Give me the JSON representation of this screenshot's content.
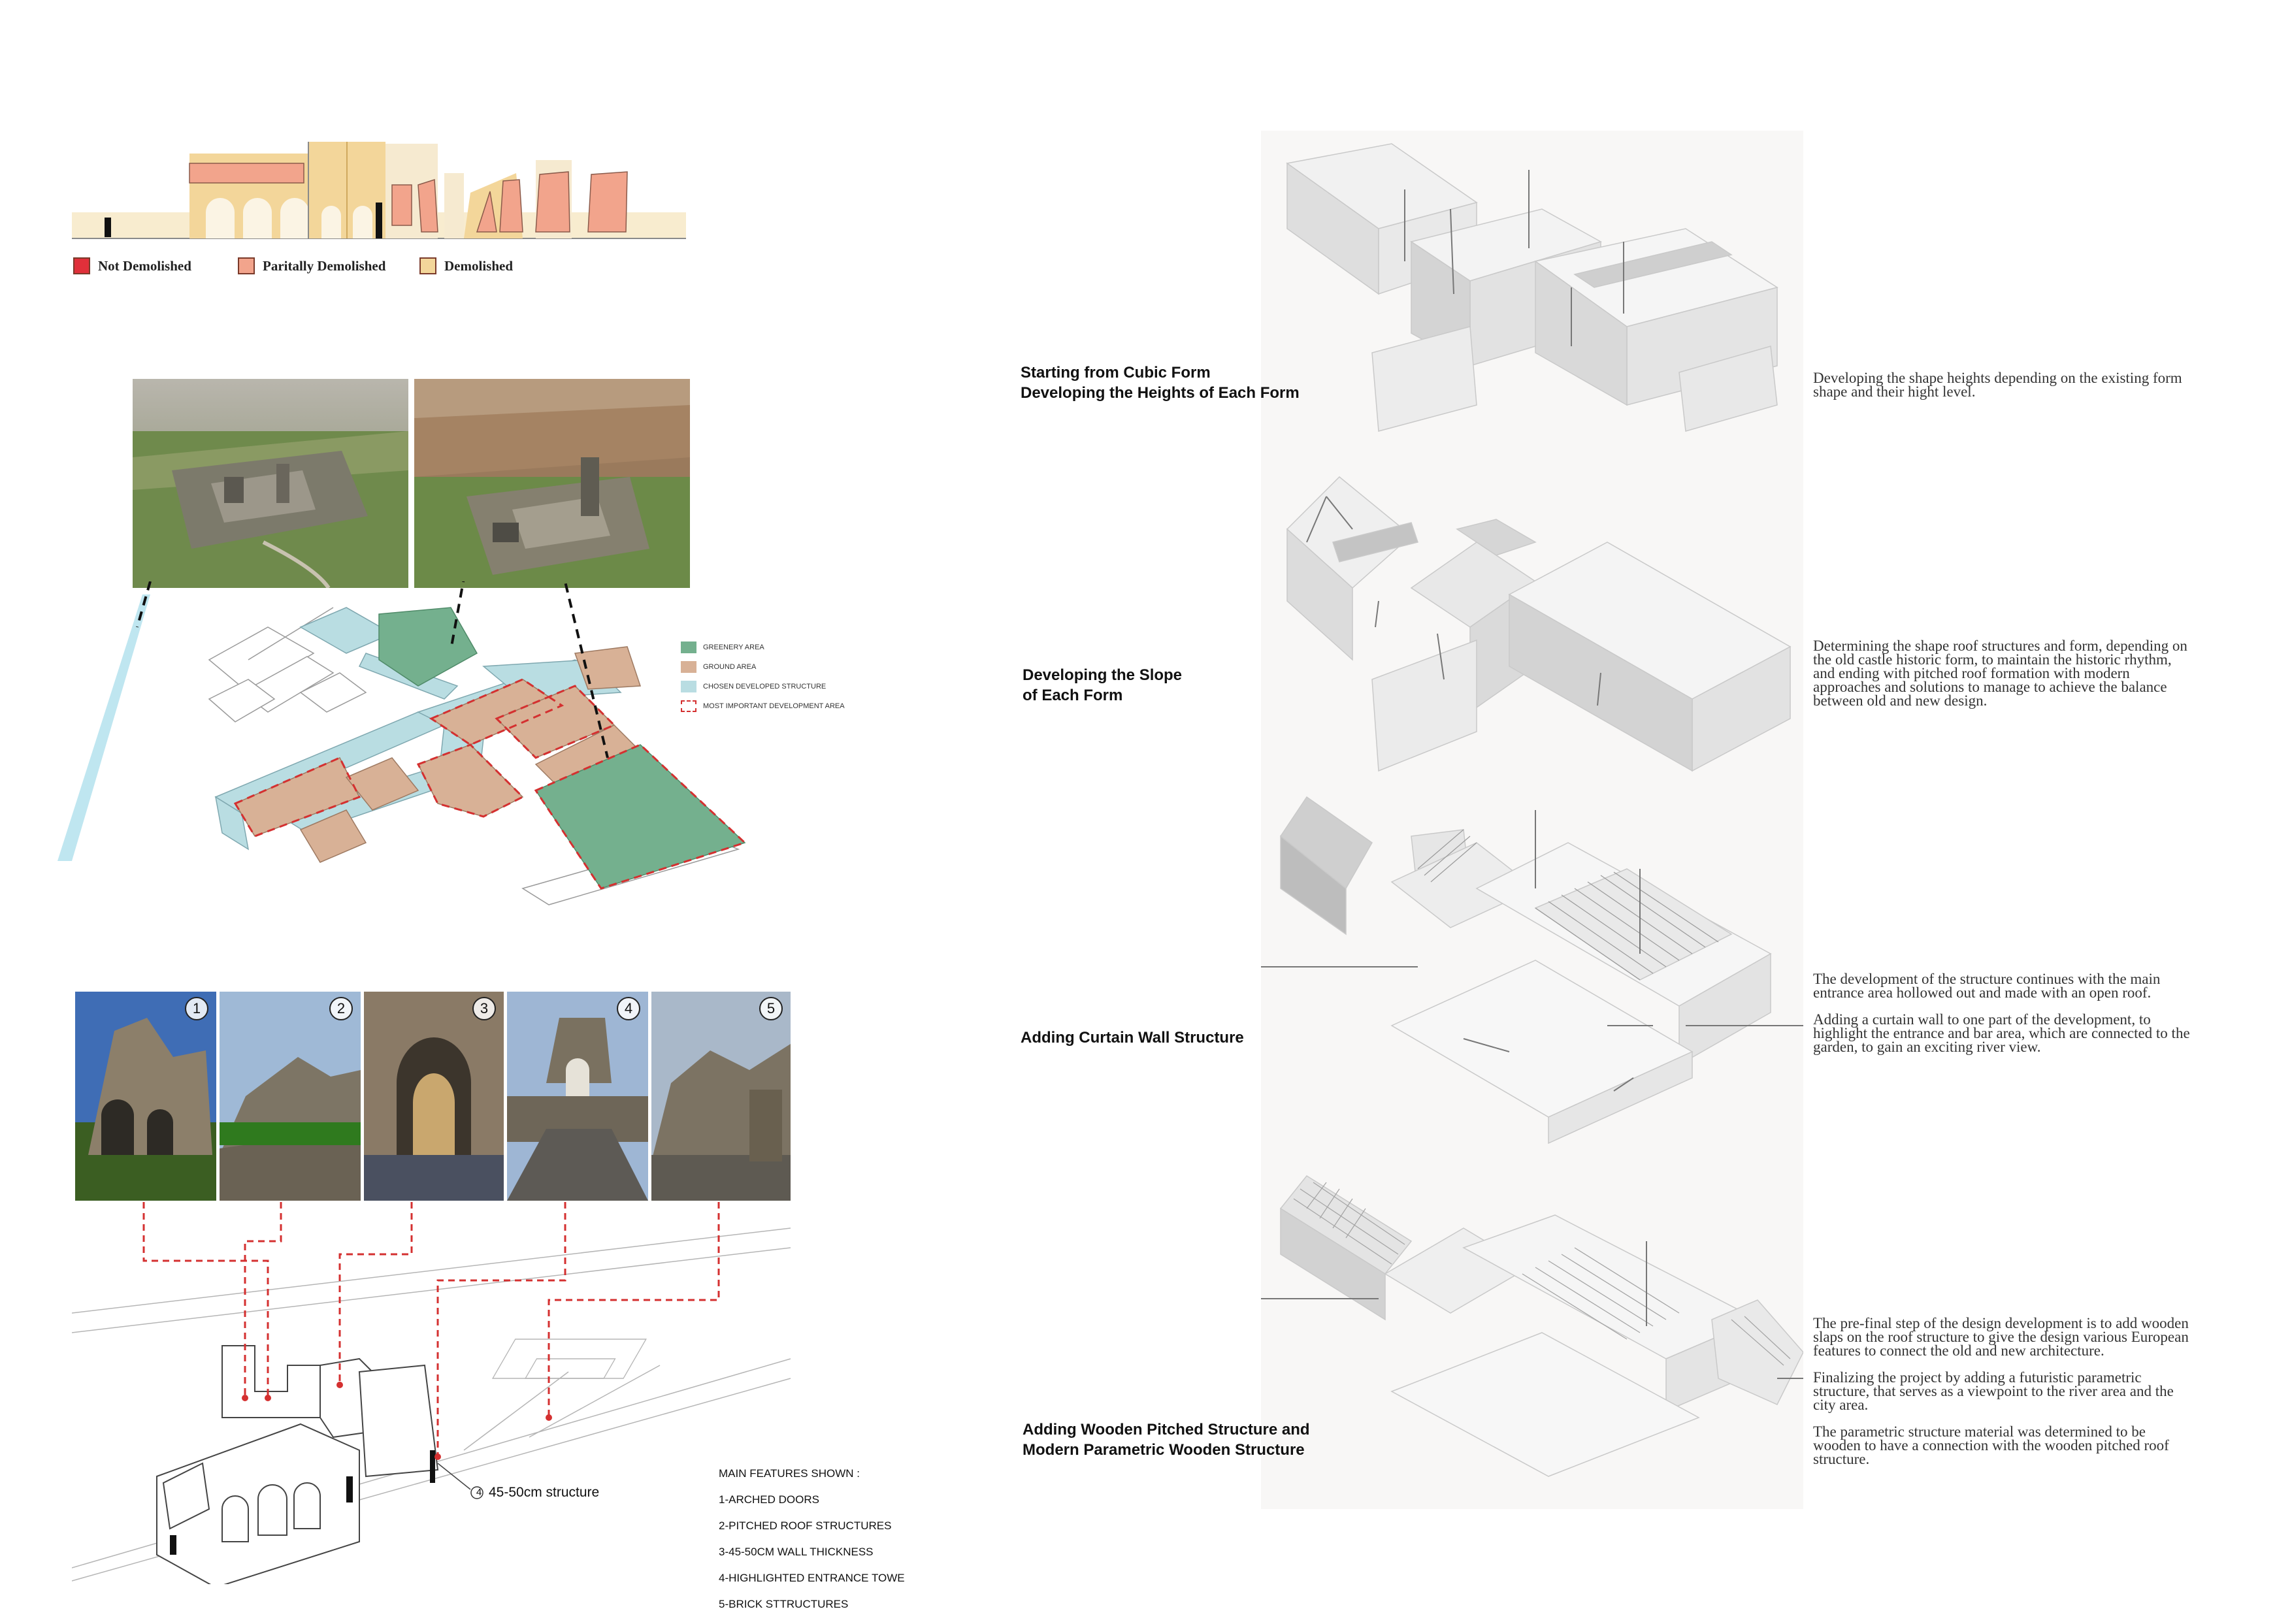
{
  "elevation_legend": {
    "items": [
      {
        "label": "Not Demolished",
        "color": "#e0303a"
      },
      {
        "label": "Paritally Demolished",
        "color": "#f2a48c"
      },
      {
        "label": "Demolished",
        "color": "#f3d69a"
      }
    ]
  },
  "site_legend": {
    "items": [
      {
        "label": "GREENERY AREA",
        "color": "#74b08e"
      },
      {
        "label": "GROUND  AREA",
        "color": "#d8b196"
      },
      {
        "label": "CHOSEN DEVELOPED STRUCTURE",
        "color": "#b9dde2"
      },
      {
        "label": "MOST IMPORTANT DEVELOPMENT  AREA",
        "color": "#d43030"
      }
    ]
  },
  "photo_badges": [
    "1",
    "2",
    "3",
    "4",
    "5"
  ],
  "features": {
    "callout": "45-50cm structure",
    "callout_number": "4",
    "heading": "MAIN FEATURES SHOWN :",
    "items": [
      "1-ARCHED DOORS",
      "2-PITCHED ROOF STRUCTURES",
      "3-45-50CM WALL THICKNESS",
      "4-HIGHLIGHTED ENTRANCE TOWE",
      "5-BRICK STTRUCTURES"
    ]
  },
  "steps": [
    {
      "title": "Starting from Cubic Form\nDeveloping the Heights of Each Form",
      "paragraphs": [
        "Developing the shape heights depending on the existing form shape and their hight level."
      ]
    },
    {
      "title": "Developing the Slope\nof Each Form",
      "paragraphs": [
        "Determining the shape roof structures and form, depending on the old castle historic form, to maintain the historic rhythm, and ending with pitched roof formation with modern approaches and solutions to manage to achieve the balance between old and new design."
      ]
    },
    {
      "title": "Adding Curtain Wall Structure",
      "paragraphs": [
        "The development of the structure continues with the main entrance area hollowed out and made with an open roof.",
        "Adding a curtain wall to one part of the development, to highlight the entrance and bar area, which are connected to the garden, to gain an exciting river view."
      ]
    },
    {
      "title": "Adding Wooden Pitched Structure and\nModern Parametric Wooden Structure",
      "paragraphs": [
        "The pre-final step of the design development is to add wooden slaps on the roof structure to give the design various European features to connect the old and new architecture.",
        "Finalizing the project by adding a futuristic parametric structure, that serves as a viewpoint to the river area and the city area.",
        "The parametric structure material was determined to be wooden to have a connection with the wooden pitched roof structure."
      ]
    }
  ]
}
